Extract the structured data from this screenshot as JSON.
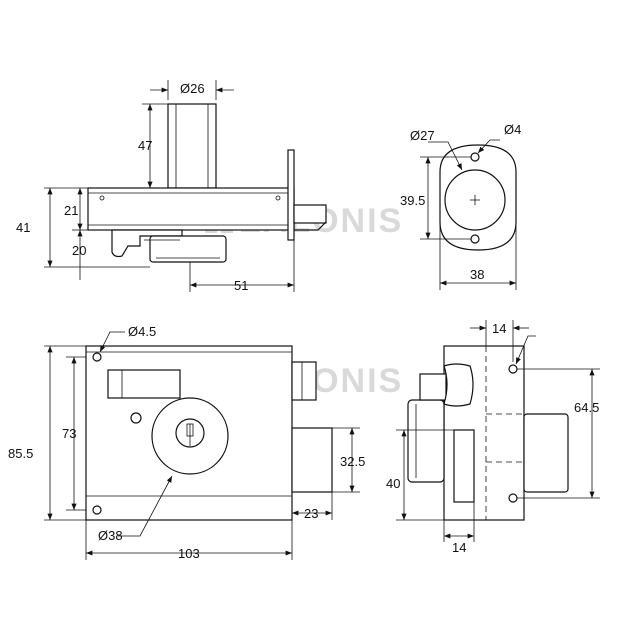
{
  "watermark": {
    "text": "ZALONIS"
  },
  "views": {
    "side": {
      "dim_diameter_top": "Ø26",
      "dim_height_cylinder": "47",
      "dim_height_total": "41",
      "dim_upper": "21",
      "dim_lower": "20",
      "dim_width": "51"
    },
    "rosette": {
      "dim_outer_diameter": "Ø27",
      "dim_hole_diameter": "Ø4",
      "dim_hole_spacing": "39.5",
      "dim_width": "38"
    },
    "front": {
      "dim_screw_hole": "Ø4.5",
      "dim_inner_height": "73",
      "dim_total_height": "85.5",
      "dim_bolt_height": "32.5",
      "dim_bolt_projection": "23",
      "dim_key_diameter": "Ø38",
      "dim_total_width": "103"
    },
    "right": {
      "dim_top_offset": "14",
      "dim_hole_spacing": "64.5",
      "dim_depth": "40",
      "dim_bottom_offset": "14"
    }
  }
}
